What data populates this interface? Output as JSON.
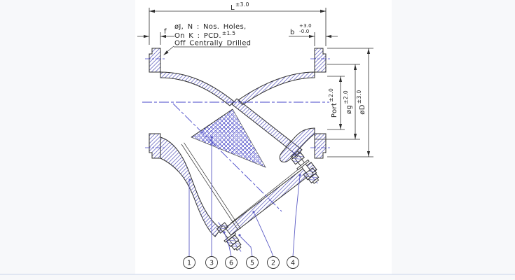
{
  "page": {
    "background": "#f7f8fa",
    "paper": "#ffffff"
  },
  "colors": {
    "outline": "#2f2f2f",
    "hatch": "#7878c8",
    "centerline": "#4646c8",
    "leader": "#5b5bc4",
    "mesh": "#4a4ac8",
    "dim_text": "#222222"
  },
  "notes": {
    "line1": "øJ, N : Nos. Holes,",
    "line2": "On K : PCD.",
    "line2_tol": "±1.5",
    "line3": "Off Centrally Drilled"
  },
  "dims": {
    "length": {
      "label": "L",
      "tol": "±3.0"
    },
    "f": {
      "label": "f"
    },
    "b": {
      "label": "b",
      "tol_plus": "+3.0",
      "tol_minus": "-0.0"
    },
    "port": {
      "label": "Port",
      "tol": "±2.0"
    },
    "g": {
      "label": "øg",
      "tol": "±2.0"
    },
    "D": {
      "label": "øD",
      "tol": "±3.0"
    }
  },
  "balloons": [
    {
      "label": "1"
    },
    {
      "label": "3"
    },
    {
      "label": "6"
    },
    {
      "label": "5"
    },
    {
      "label": "2"
    },
    {
      "label": "4"
    }
  ]
}
